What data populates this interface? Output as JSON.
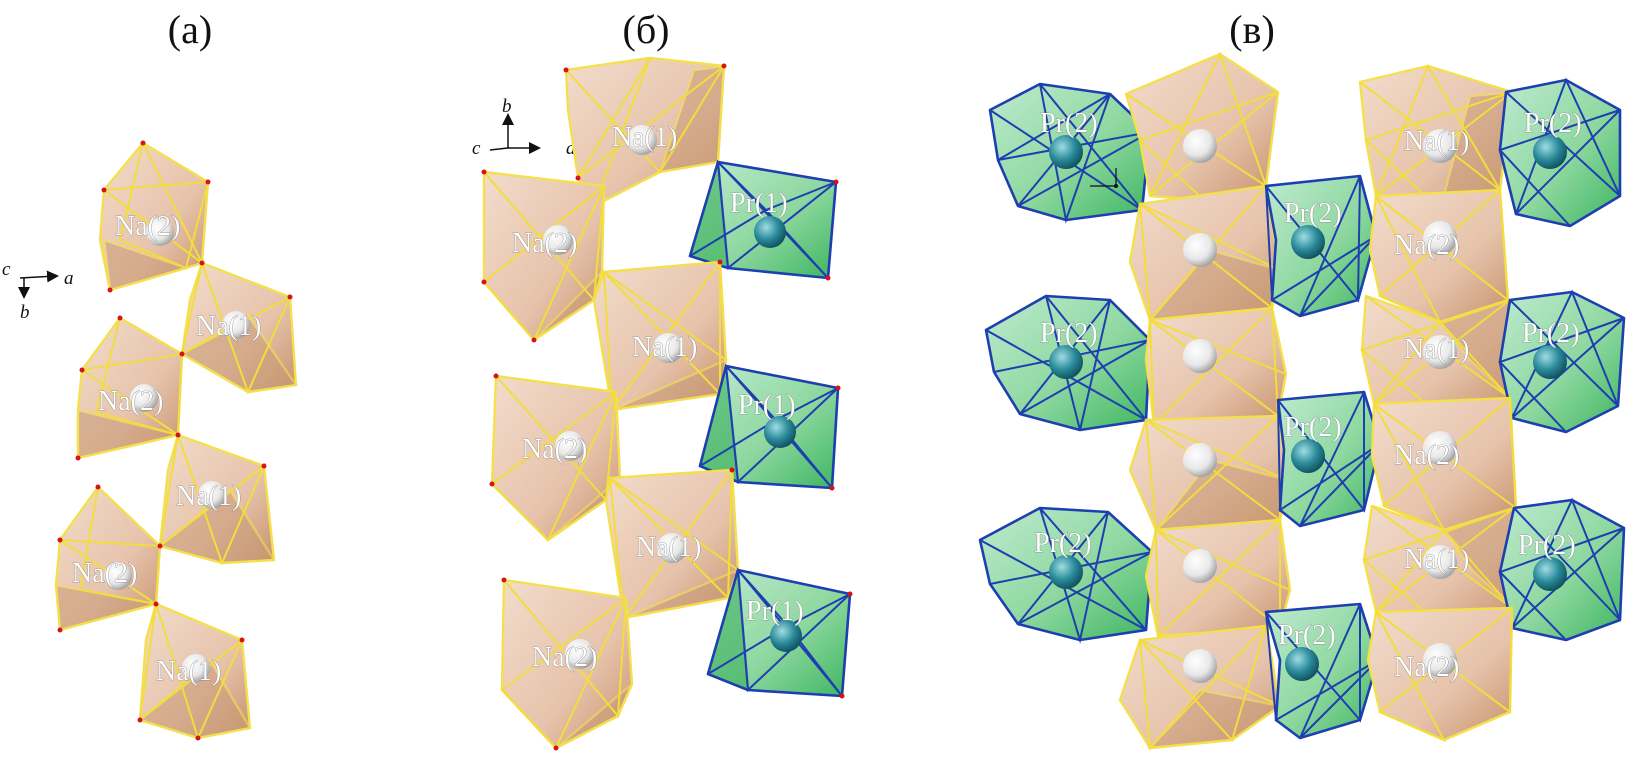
{
  "panels": [
    {
      "label": "(а)"
    },
    {
      "label": "(б)"
    },
    {
      "label": "(в)"
    }
  ],
  "atoms": {
    "na1": "Na(1)",
    "na2": "Na(2)",
    "pr1": "Pr(1)",
    "pr2": "Pr(2)"
  },
  "axes": {
    "a": "a",
    "b": "b",
    "c": "c"
  },
  "colors": {
    "na_polyhedron": "#e8c9b3",
    "na_edge": "#f4e04d",
    "pr_polyhedron": "#8ed8a0",
    "pr_edge": "#1d3fb0",
    "na_atom": "#ffffff",
    "pr_atom": "#2a8a9a",
    "vertex": "#d4141a"
  }
}
